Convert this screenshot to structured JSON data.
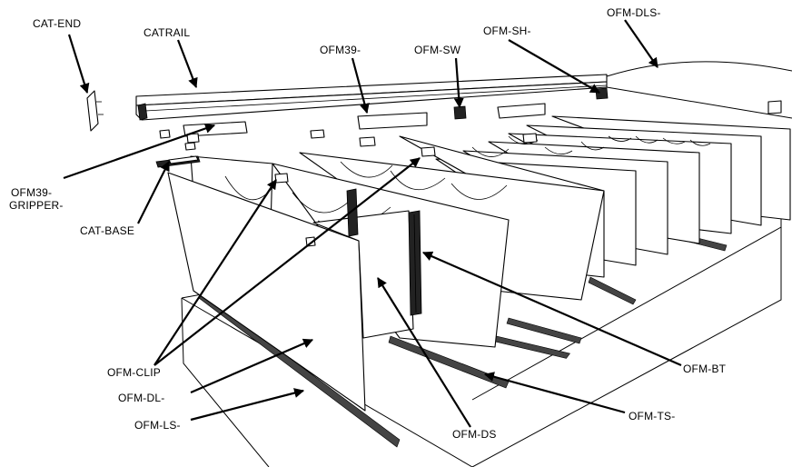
{
  "labels": {
    "cat_end": "CAT-END",
    "catrail": "CATRAIL",
    "ofm39": "OFM39-",
    "ofm_sw": "OFM-SW",
    "ofm_sh": "OFM-SH-",
    "ofm_dls": "OFM-DLS-",
    "ofm39_gripper_1": "OFM39-",
    "ofm39_gripper_2": "GRIPPER-",
    "cat_base": "CAT-BASE",
    "ofm_clip": "OFM-CLIP",
    "ofm_dl": "OFM-DL-",
    "ofm_ls": "OFM-LS-",
    "ofm_ds": "OFM-DS",
    "ofm_ts": "OFM-TS-",
    "ofm_bt": "OFM-BT"
  }
}
